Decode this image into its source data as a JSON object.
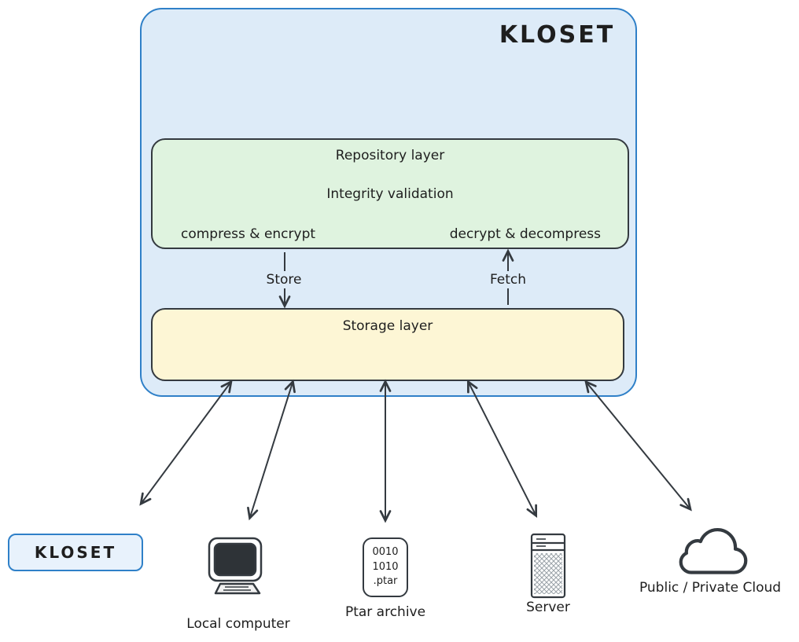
{
  "diagram": {
    "title": "KLOSET",
    "repository_layer": {
      "title": "Repository layer",
      "subtitle": "Integrity validation",
      "bottom_left": "compress & encrypt",
      "bottom_right": "decrypt & decompress"
    },
    "storage_layer": {
      "title": "Storage layer"
    },
    "flows": {
      "store": "Store",
      "fetch": "Fetch"
    },
    "targets": {
      "kloset": {
        "label": "KLOSET"
      },
      "local_computer": {
        "label": "Local computer"
      },
      "ptar_archive": {
        "label": "Ptar archive",
        "lines": [
          "0010",
          "1010",
          ".ptar"
        ]
      },
      "server": {
        "label": "Server"
      },
      "cloud": {
        "label": "Public / Private Cloud"
      }
    },
    "colors": {
      "container_fill": "#ddebf8",
      "container_border": "#2f80c8",
      "repo_fill": "#dff3df",
      "repo_border": "#343a40",
      "storage_fill": "#fdf6d5",
      "storage_border": "#343a40",
      "target_fill": "#e8f2fc",
      "stroke": "#343a40",
      "text": "#1e1e1e"
    }
  }
}
